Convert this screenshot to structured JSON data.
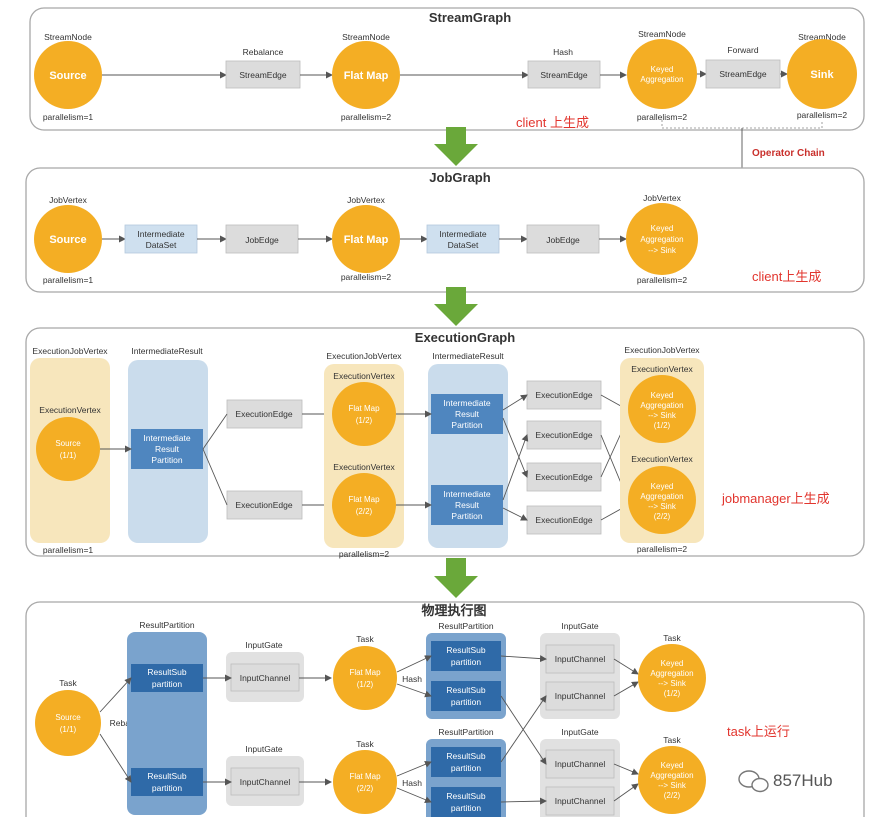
{
  "panels": {
    "stream": {
      "title": "StreamGraph",
      "note": "client 上生成"
    },
    "job": {
      "title": "JobGraph",
      "note": "client上生成"
    },
    "exec": {
      "title": "ExecutionGraph",
      "note": "jobmanager上生成"
    },
    "phys": {
      "title": "物理执行图",
      "note": "task上运行"
    }
  },
  "stream": {
    "node_cap": "StreamNode",
    "nodes": [
      "Source",
      "Flat Map",
      "Keyed",
      "Aggregation",
      "Sink"
    ],
    "edge_label": "StreamEdge",
    "partitioners": [
      "Rebalance",
      "Hash",
      "Forward"
    ],
    "par1": "parallelism=1",
    "par2": "parallelism=2",
    "operator_chain": "Operator Chain"
  },
  "job": {
    "vertex_cap": "JobVertex",
    "source": "Source",
    "flatmap": "Flat Map",
    "agg": [
      "Keyed",
      "Aggregation",
      "--> Sink"
    ],
    "ids": [
      "Intermediate",
      "DataSet"
    ],
    "edge": "JobEdge",
    "par1": "parallelism=1",
    "par2": "parallelism=2"
  },
  "exec": {
    "ejv": "ExecutionJobVertex",
    "ev": "ExecutionVertex",
    "ir": "IntermediateResult",
    "irp": [
      "Intermediate",
      "Result",
      "Partition"
    ],
    "ee": "ExecutionEdge",
    "source": [
      "Source",
      "(1/1)"
    ],
    "fm1": [
      "Flat Map",
      "(1/2)"
    ],
    "fm2": [
      "Flat Map",
      "(2/2)"
    ],
    "agg1": [
      "Keyed",
      "Aggregation",
      "--> Sink",
      "(1/2)"
    ],
    "agg2": [
      "Keyed",
      "Aggregation",
      "--> Sink",
      "(2/2)"
    ],
    "par1": "parallelism=1",
    "par2": "parallelism=2"
  },
  "phys": {
    "task": "Task",
    "rp": "ResultPartition",
    "rsp": [
      "ResultSub",
      "partition"
    ],
    "ig": "InputGate",
    "ic": "InputChannel",
    "rebalance": "Rebalance",
    "hash": "Hash",
    "source": [
      "Source",
      "(1/1)"
    ],
    "fm1": [
      "Flat Map",
      "(1/2)"
    ],
    "fm2": [
      "Flat Map",
      "(2/2)"
    ],
    "agg1": [
      "Keyed",
      "Aggregation",
      "--> Sink",
      "(1/2)"
    ],
    "agg2": [
      "Keyed",
      "Aggregation",
      "--> Sink",
      "(2/2)"
    ]
  },
  "watermark": {
    "icon": "wechat-icon",
    "text": "857Hub"
  },
  "colors": {
    "operator": "#f4ae24",
    "arrow": "#6aa83a",
    "note": "#e2352e",
    "partition": "#4f86bf"
  }
}
